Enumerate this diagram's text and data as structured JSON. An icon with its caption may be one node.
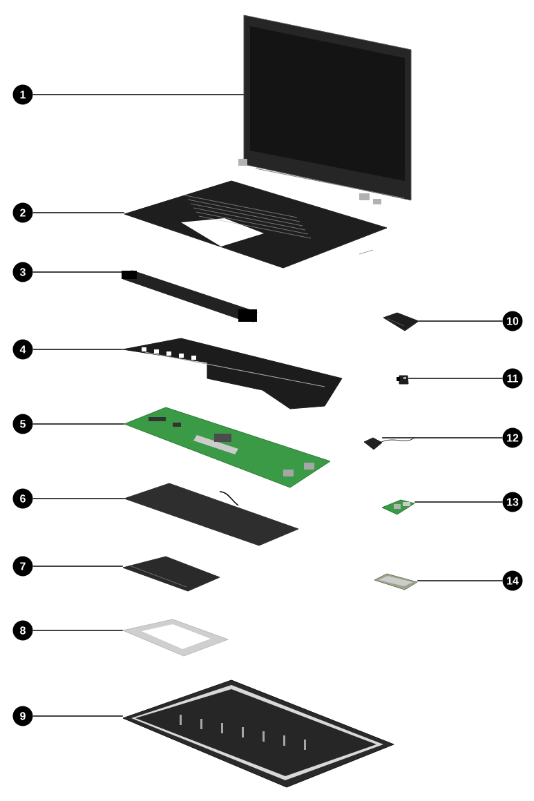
{
  "diagram": {
    "nodes": [
      {
        "text": [
          "1"
        ]
      },
      {
        "text": [
          "2"
        ]
      },
      {
        "text": [
          "3"
        ]
      },
      {
        "text": [
          "4"
        ]
      },
      {
        "text": [
          "5"
        ]
      },
      {
        "text": [
          "6"
        ]
      },
      {
        "text": [
          "7"
        ]
      },
      {
        "text": [
          "8"
        ]
      },
      {
        "text": [
          "9"
        ]
      },
      {
        "text": [
          "10"
        ]
      },
      {
        "text": [
          "11"
        ]
      },
      {
        "text": [
          "12"
        ]
      },
      {
        "text": [
          "13"
        ]
      },
      {
        "text": [
          "14"
        ]
      },
      {
        "text": [],
        "shape": "picture"
      },
      {
        "text": [],
        "shape": "picture"
      },
      {
        "text": [],
        "shape": "picture"
      },
      {
        "text": [],
        "shape": "picture"
      },
      {
        "text": [],
        "shape": "picture"
      },
      {
        "text": [],
        "shape": "picture"
      },
      {
        "text": [],
        "shape": "picture"
      },
      {
        "text": [],
        "shape": "picture"
      },
      {
        "text": [],
        "shape": "picture"
      },
      {
        "text": [],
        "shape": "picture"
      },
      {
        "text": [],
        "shape": "picture"
      },
      {
        "text": [],
        "shape": "picture"
      },
      {
        "text": [],
        "shape": "picture"
      },
      {
        "text": [],
        "shape": "picture"
      }
    ],
    "edges": [
      {
        "from": 0,
        "to": 14,
        "arrow": "none"
      },
      {
        "from": 1,
        "to": 15,
        "arrow": "none"
      },
      {
        "from": 2,
        "to": 16,
        "arrow": "none"
      },
      {
        "from": 3,
        "to": 17,
        "arrow": "none"
      },
      {
        "from": 4,
        "to": 18,
        "arrow": "none"
      },
      {
        "from": 5,
        "to": 19,
        "arrow": "none"
      },
      {
        "from": 6,
        "to": 20,
        "arrow": "none"
      },
      {
        "from": 7,
        "to": 21,
        "arrow": "none"
      },
      {
        "from": 8,
        "to": 22,
        "arrow": "none"
      },
      {
        "from": 9,
        "to": 23,
        "arrow": "none"
      },
      {
        "from": 10,
        "to": 24,
        "arrow": "none"
      },
      {
        "from": 11,
        "to": 25,
        "arrow": "none"
      },
      {
        "from": 12,
        "to": 26,
        "arrow": "none"
      },
      {
        "from": 13,
        "to": 27,
        "arrow": "none"
      }
    ]
  }
}
